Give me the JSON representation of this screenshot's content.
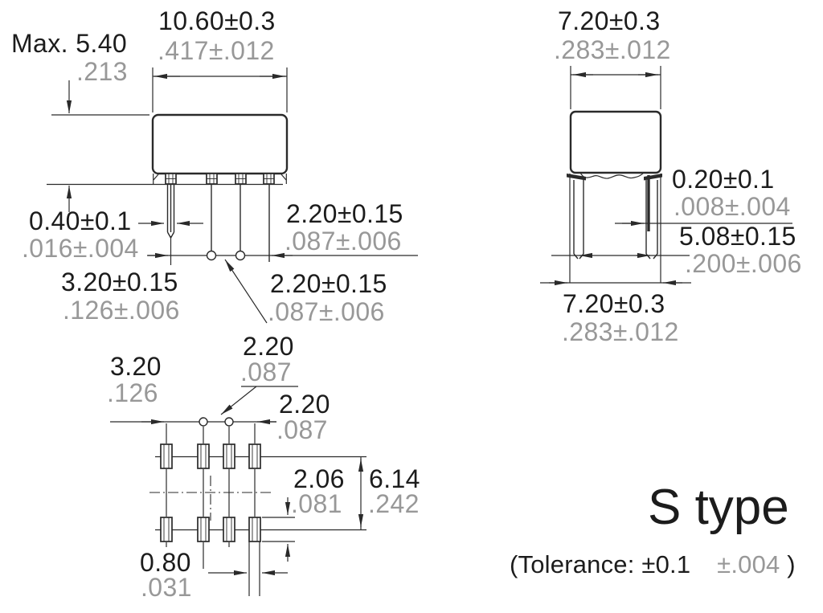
{
  "drawing": {
    "type_label": "S type",
    "tolerance_prefix": "(Tolerance: ±0.1",
    "tolerance_inch": "±.004",
    "tolerance_suffix": ")",
    "colors": {
      "metric_text": "#1c1c1c",
      "inch_text": "#989898",
      "line": "#2a2a2a",
      "background": "#ffffff"
    },
    "front_view": {
      "height": {
        "mm": "Max. 5.40",
        "inch": ".213"
      },
      "width": {
        "mm": "10.60±0.3",
        "inch": ".417±.012"
      },
      "pin_width": {
        "mm": "0.40±0.1",
        "inch": ".016±.004"
      },
      "pin_pitch_outer": {
        "mm": "3.20±0.15",
        "inch": ".126±.006"
      },
      "pin_pitch_right": {
        "mm": "2.20±0.15",
        "inch": ".087±.006"
      },
      "pin_pitch_center": {
        "mm": "2.20±0.15",
        "inch": ".087±.006"
      }
    },
    "side_view": {
      "width_top": {
        "mm": "7.20±0.3",
        "inch": ".283±.012"
      },
      "pin_thickness": {
        "mm": "0.20±0.1",
        "inch": ".008±.004"
      },
      "row_pitch": {
        "mm": "5.08±0.15",
        "inch": ".200±.006"
      },
      "width_bottom": {
        "mm": "7.20±0.3",
        "inch": ".283±.012"
      }
    },
    "bottom_view": {
      "pad_pitch_outer": {
        "mm": "3.20",
        "inch": ".126"
      },
      "pad_pitch_center": {
        "mm": "2.20",
        "inch": ".087"
      },
      "pad_pitch_right": {
        "mm": "2.20",
        "inch": ".087"
      },
      "pad_length": {
        "mm": "2.06",
        "inch": ".081"
      },
      "row_span": {
        "mm": "6.14",
        "inch": ".242"
      },
      "pad_width": {
        "mm": "0.80",
        "inch": ".031"
      }
    }
  }
}
